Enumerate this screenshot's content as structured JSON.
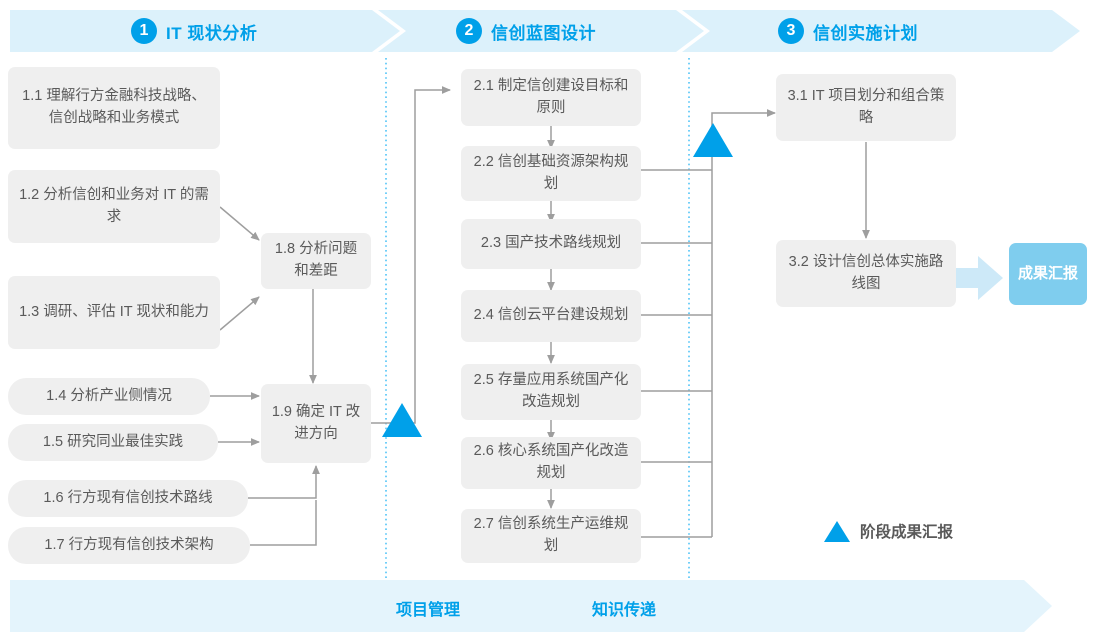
{
  "header": {
    "phases": [
      {
        "num": "1",
        "title": "IT 现状分析"
      },
      {
        "num": "2",
        "title": "信创蓝图设计"
      },
      {
        "num": "3",
        "title": "信创实施计划"
      }
    ]
  },
  "colors": {
    "accent_blue": "#00A0E9",
    "band_blue": "#DCF1FB",
    "box_gray": "#EFEFEF",
    "text_gray": "#5A5A5A",
    "badge_blue": "#7FCDEE",
    "arrow_light_blue": "#CDE9F8",
    "connector_gray": "#9E9E9E",
    "divider_blue": "#4FC3F7"
  },
  "phase1": {
    "nodes": [
      {
        "id": "1.1",
        "label": "1.1 理解行方金融科技战略、信创战略和业务模式"
      },
      {
        "id": "1.2",
        "label": "1.2 分析信创和业务对 IT 的需求"
      },
      {
        "id": "1.3",
        "label": "1.3 调研、评估 IT 现状和能力"
      },
      {
        "id": "1.4",
        "label": "1.4 分析产业侧情况"
      },
      {
        "id": "1.5",
        "label": "1.5 研究同业最佳实践"
      },
      {
        "id": "1.6",
        "label": "1.6 行方现有信创技术路线"
      },
      {
        "id": "1.7",
        "label": "1.7 行方现有信创技术架构"
      },
      {
        "id": "1.8",
        "label": "1.8 分析问题和差距"
      },
      {
        "id": "1.9",
        "label": "1.9 确定 IT 改进方向"
      }
    ]
  },
  "phase2": {
    "nodes": [
      {
        "id": "2.1",
        "label": "2.1 制定信创建设目标和原则"
      },
      {
        "id": "2.2",
        "label": "2.2 信创基础资源架构规划"
      },
      {
        "id": "2.3",
        "label": "2.3 国产技术路线规划"
      },
      {
        "id": "2.4",
        "label": "2.4 信创云平台建设规划"
      },
      {
        "id": "2.5",
        "label": "2.5 存量应用系统国产化改造规划"
      },
      {
        "id": "2.6",
        "label": "2.6 核心系统国产化改造规划"
      },
      {
        "id": "2.7",
        "label": "2.7 信创系统生产运维规划"
      }
    ]
  },
  "phase3": {
    "nodes": [
      {
        "id": "3.1",
        "label": "3.1 IT 项目划分和组合策略"
      },
      {
        "id": "3.2",
        "label": "3.2 设计信创总体实施路线图"
      }
    ],
    "result_badge": "成果汇报"
  },
  "legend": {
    "milestone_label": "阶段成果汇报",
    "icon": "triangle-marker-icon"
  },
  "footer": {
    "labels": [
      "项目管理",
      "知识传递"
    ]
  }
}
